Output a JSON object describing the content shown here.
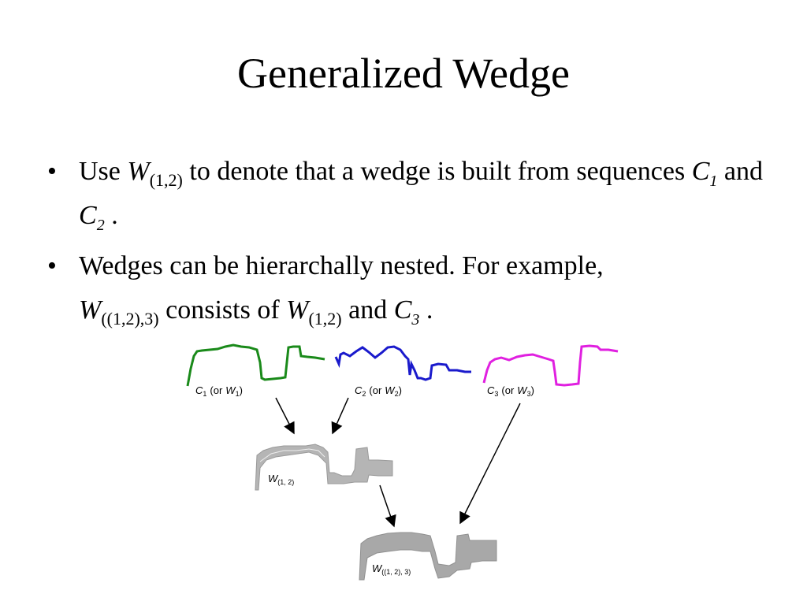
{
  "title": "Generalized Wedge",
  "bullets": [
    {
      "marker": "•",
      "text_use": "Use",
      "w": "W",
      "w_sub": "(1,2)",
      "text_rest": "to denote that a wedge is built from sequences",
      "c1": "C",
      "c1_sub": "1",
      "text_and": "and",
      "c2": "C",
      "c2_sub": "2",
      "end": "."
    },
    {
      "marker": "•",
      "text_start": "Wedges can be hierarchally nested. For example,",
      "w_outer": "W",
      "w_outer_sub": "((1,2),3)",
      "text_consists": "consists of",
      "w_inner": "W",
      "w_inner_sub": "(1,2)",
      "text_and": "and",
      "c3": "C",
      "c3_sub": "3",
      "end": "."
    }
  ],
  "diagram": {
    "colors": {
      "c1": "#1a8a1a",
      "c2": "#1a1acc",
      "c3": "#e020e0",
      "wedge": "#a8a8a8",
      "arrow": "#000000"
    },
    "labels": {
      "c1": {
        "name": "C",
        "sub": "1",
        "paren": "(or",
        "w": "W",
        "wsub": "1",
        "close": ")"
      },
      "c2": {
        "name": "C",
        "sub": "2",
        "paren": "(or",
        "w": "W",
        "wsub": "2",
        "close": ")"
      },
      "c3": {
        "name": "C",
        "sub": "3",
        "paren": "(or",
        "w": "W",
        "wsub": "3",
        "close": ")"
      },
      "w12": {
        "name": "W",
        "sub": "(1, 2)"
      },
      "w123": {
        "name": "W",
        "sub": "((1, 2), 3)"
      }
    }
  }
}
